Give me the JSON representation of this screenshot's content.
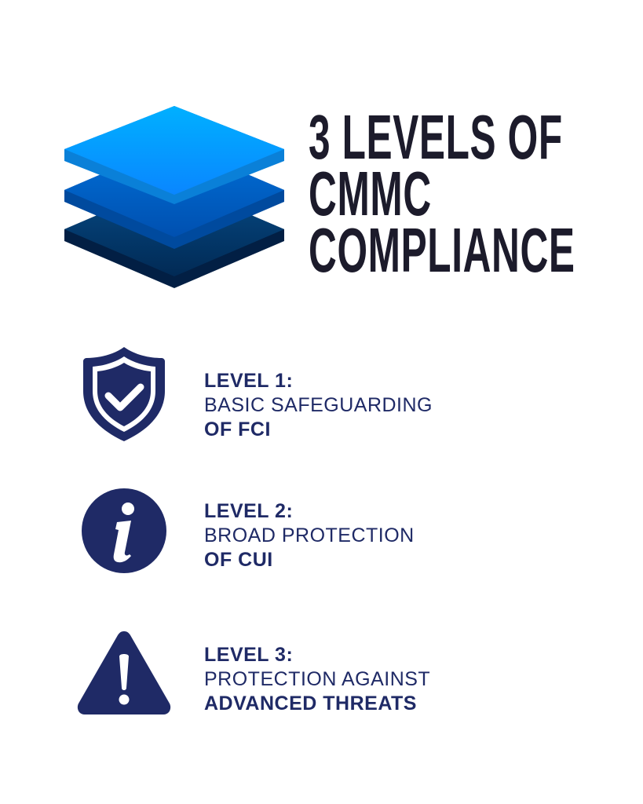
{
  "title": {
    "lines": [
      "3 LEVELS OF",
      "CMMC",
      "COMPLIANCE"
    ]
  },
  "levels": [
    {
      "heading": "LEVEL 1:",
      "line1": "BASIC SAFEGUARDING",
      "line2": "OF FCI",
      "icon": "shield-check-icon"
    },
    {
      "heading": "LEVEL 2:",
      "line1": "BROAD PROTECTION",
      "line2": "OF CUI",
      "icon": "info-icon"
    },
    {
      "heading": "LEVEL 3:",
      "line1": "PROTECTION AGAINST",
      "line2": "ADVANCED THREATS",
      "icon": "warning-icon"
    }
  ],
  "colors": {
    "navy": "#1f2a66",
    "title": "#1c1b2b",
    "layer_top": "#0a9bff",
    "layer_mid": "#0066cc",
    "layer_bottom": "#063a6e"
  }
}
